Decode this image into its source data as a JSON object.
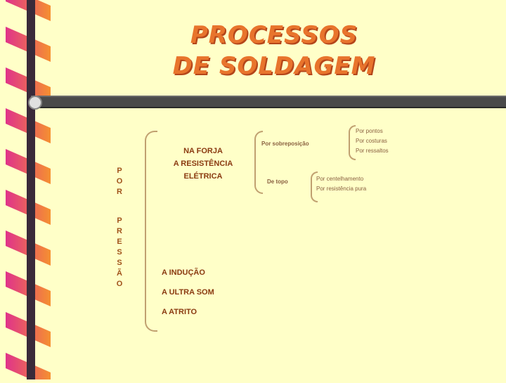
{
  "title": {
    "line1": "PROCESSOS",
    "line2": "DE SOLDAGEM"
  },
  "vertical_label": {
    "word1": [
      "P",
      "O",
      "R"
    ],
    "word2": [
      "P",
      "R",
      "E",
      "S",
      "S",
      "Ã",
      "O"
    ]
  },
  "branch_main": {
    "line1": "NA FORJA",
    "line2": "A RESISTÊNCIA",
    "line3": "ELÉTRICA"
  },
  "sub_nodes": {
    "sobreposicao": "Por sobreposição",
    "topo": "De topo"
  },
  "sobreposicao_leaves": [
    "Por pontos",
    "Por costuras",
    "Por ressaltos"
  ],
  "topo_leaves": [
    "Por centelhamento",
    "Por resistência pura"
  ],
  "other_processes": [
    "A INDUÇÃO",
    "A ULTRA SOM",
    "A ATRITO"
  ],
  "colors": {
    "background": "#ffffc8",
    "title": "#e8742c",
    "ribbon_orange": "#f08a30",
    "ribbon_magenta": "#e0338a"
  }
}
